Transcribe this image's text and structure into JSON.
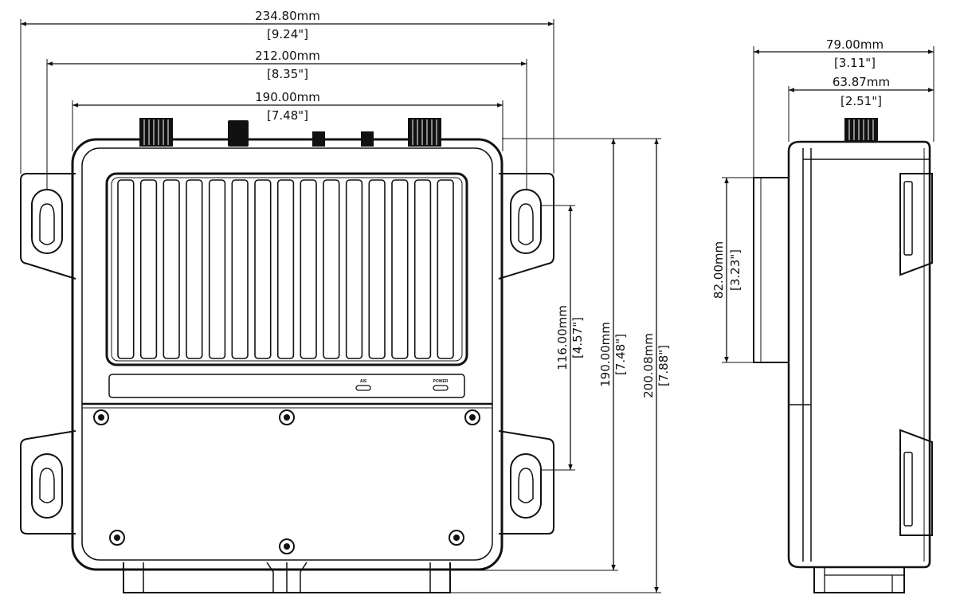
{
  "front_view": {
    "width_overall": {
      "mm": "234.80mm",
      "in": "[9.24\"]"
    },
    "width_mounting_holes": {
      "mm": "212.00mm",
      "in": "[8.35\"]"
    },
    "width_body": {
      "mm": "190.00mm",
      "in": "[7.48\"]"
    },
    "height_mounting_holes": {
      "mm": "116.00mm",
      "in": "[4.57\"]"
    },
    "height_body": {
      "mm": "190.00mm",
      "in": "[7.48\"]"
    },
    "height_overall": {
      "mm": "200.08mm",
      "in": "[7.88\"]"
    },
    "led_labels": {
      "ais": "AIS",
      "power": "POWER"
    }
  },
  "side_view": {
    "depth_overall": {
      "mm": "79.00mm",
      "in": "[3.11\"]"
    },
    "depth_body": {
      "mm": "63.87mm",
      "in": "[2.51\"]"
    },
    "heatsink_height": {
      "mm": "82.00mm",
      "in": "[3.23\"]"
    }
  }
}
